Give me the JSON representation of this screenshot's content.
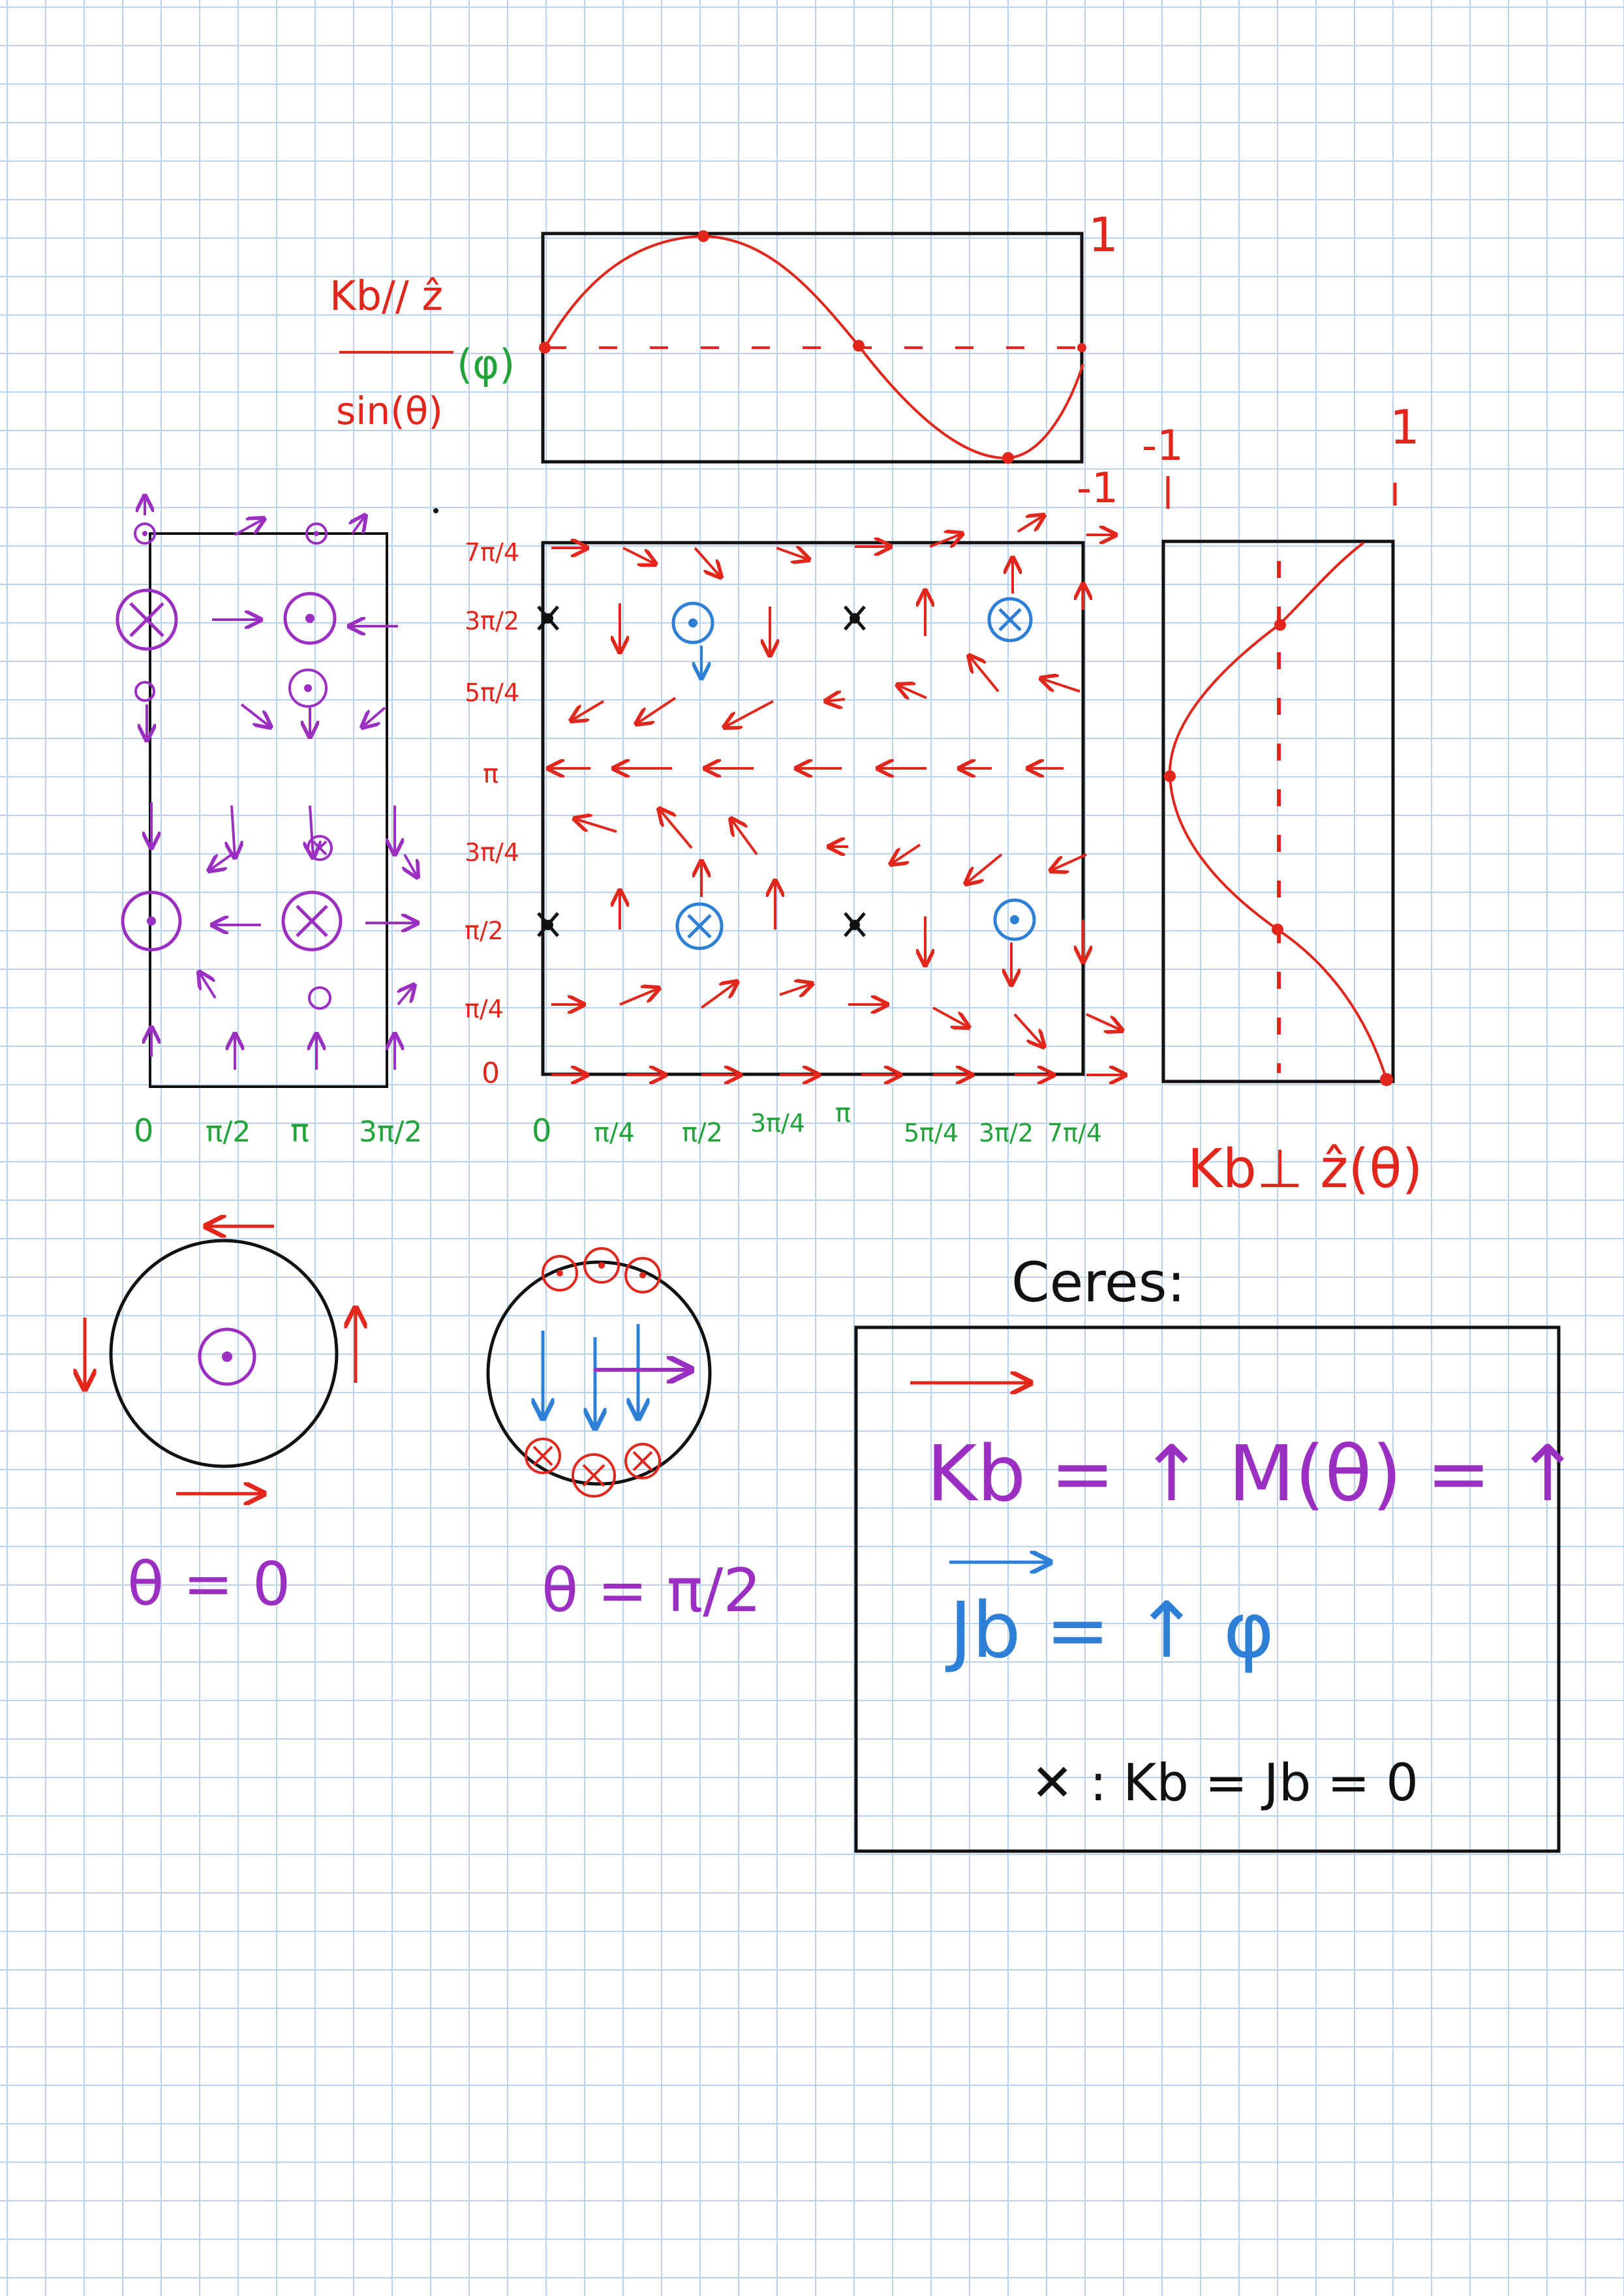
{
  "colors": {
    "red": "#e3261c",
    "purple": "#9b2fc2",
    "green": "#22a33a",
    "blue": "#2e7fd6",
    "black": "#111111",
    "grid": "#b9d3ee"
  },
  "top_plot": {
    "ylabel_num": "Kb// ẑ",
    "ylabel_den": "sin(θ)",
    "ylabel_arg": "(φ)",
    "tick_max": "1",
    "tick_min": "-1"
  },
  "left_plot": {
    "x_ticks": [
      "0",
      "π/2",
      "π",
      "3π/2"
    ]
  },
  "center_plot": {
    "y_ticks": [
      "7π/4",
      "3π/2",
      "5π/4",
      "π",
      "3π/4",
      "π/2",
      "π/4",
      "0"
    ],
    "x_ticks": [
      "0",
      "π/4",
      "π/2",
      "3π/4",
      "π",
      "5π/4",
      "3π/2",
      "7π/4"
    ]
  },
  "right_plot": {
    "tick_top": "1",
    "tick_bottom": "-1",
    "xlabel": "Kb⊥ ẑ(θ)"
  },
  "disks": {
    "left_label": "θ = 0",
    "right_label": "θ = π/2"
  },
  "legend": {
    "title": "Ceres:",
    "line1": "Kb = ↑ M(θ) = ↑",
    "line2": "Jb = ↑ φ",
    "line3": "✕ : Kb = Jb = 0"
  }
}
